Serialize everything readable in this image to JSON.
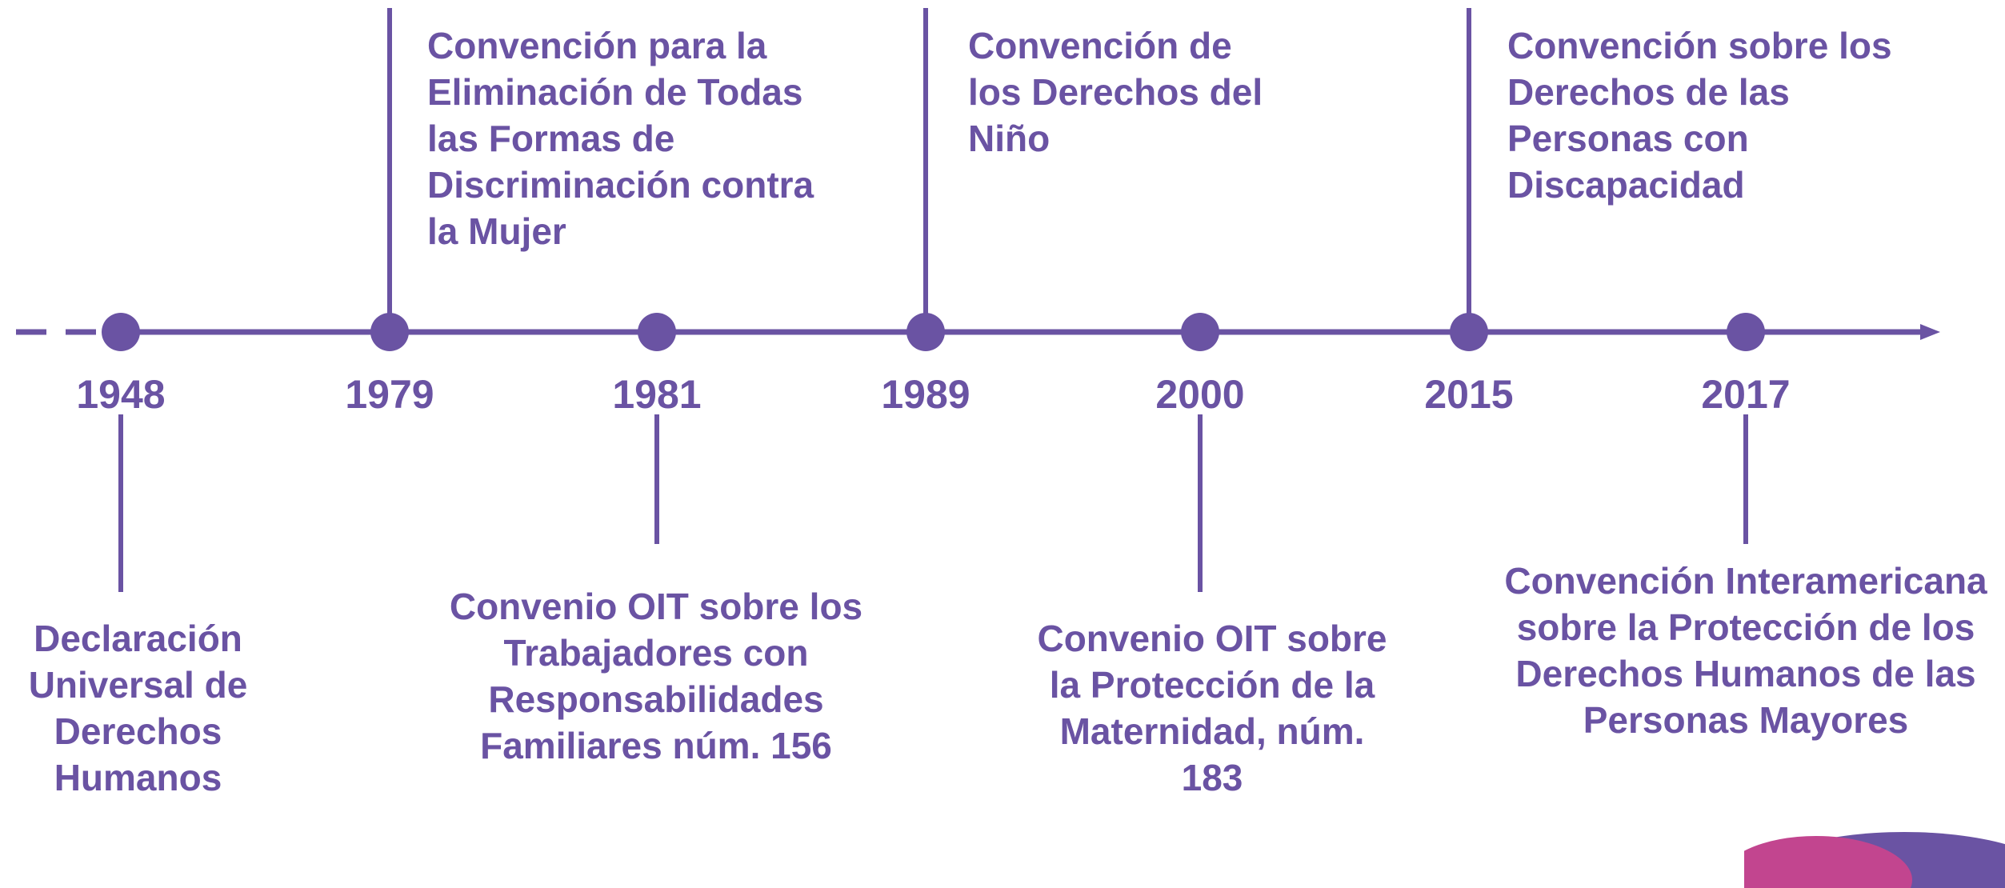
{
  "colors": {
    "accent": "#6a53a3",
    "decor_pink": "#c2458f"
  },
  "milestones": [
    {
      "year": "1948",
      "event": "Declaración Universal de Derechos Humanos",
      "side": "below"
    },
    {
      "year": "1979",
      "event": "Convención para la Eliminación de Todas las Formas de Discriminación contra la Mujer",
      "side": "above"
    },
    {
      "year": "1981",
      "event": "Convenio OIT sobre los Trabajadores con Responsabilidades Familiares núm. 156",
      "side": "below"
    },
    {
      "year": "1989",
      "event": "Convención de los Derechos del Niño",
      "side": "above"
    },
    {
      "year": "2000",
      "event": "Convenio OIT sobre la Protección de la Maternidad, núm. 183",
      "side": "below"
    },
    {
      "year": "2015",
      "event": "Convención sobre los Derechos de las Personas con Discapacidad",
      "side": "above"
    },
    {
      "year": "2017",
      "event": "Convención Interamericana sobre la Protección de los Derechos Humanos de las Personas Mayores",
      "side": "below"
    }
  ]
}
